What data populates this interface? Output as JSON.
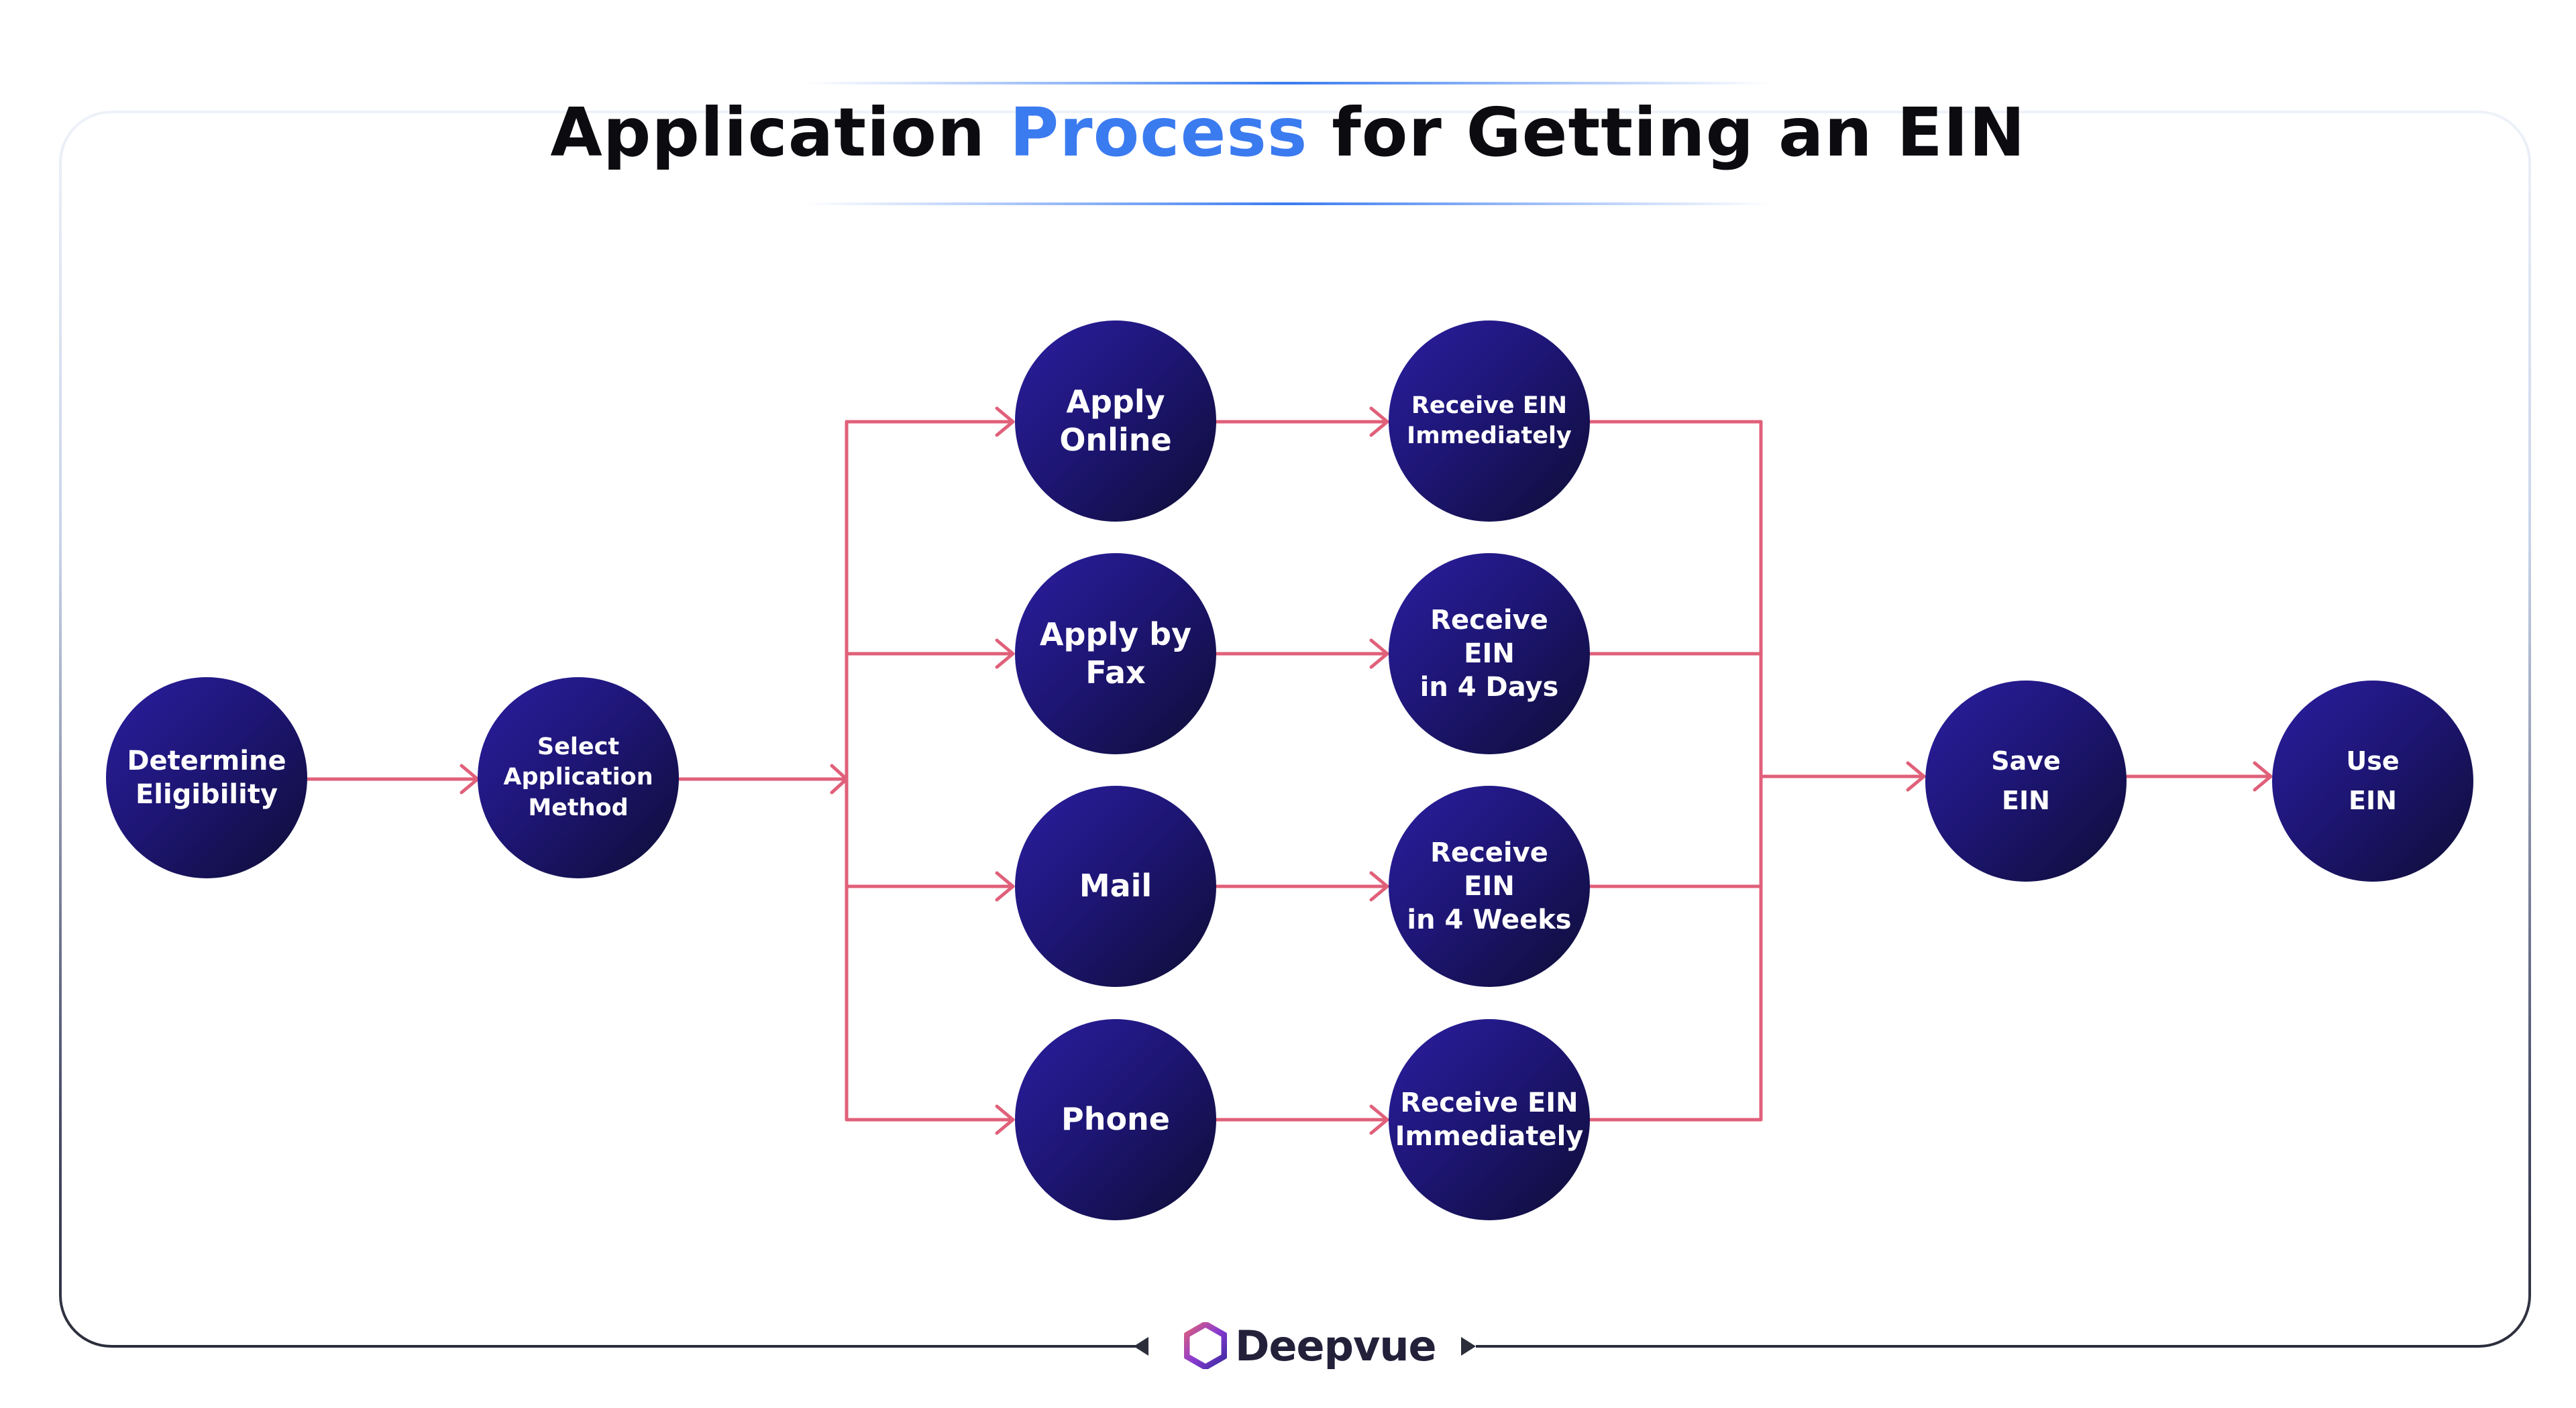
{
  "title": {
    "part1": "Application ",
    "accent": "Process",
    "part2": " for Getting an EIN"
  },
  "colors": {
    "accent": "#3b7bf0",
    "connector": "#e0607a",
    "node_dark": "#0e0d35",
    "node_light": "#2a1ea0"
  },
  "nodes": {
    "determine": "Determine\nEligibility",
    "select": "Select\nApplication\nMethod",
    "apply_online": "Apply\nOnline",
    "apply_fax": "Apply by\nFax",
    "mail": "Mail",
    "phone": "Phone",
    "receive_online": "Receive EIN\nImmediately",
    "receive_fax": "Receive EIN\nin 4 Days",
    "receive_mail": "Receive EIN\nin 4 Weeks",
    "receive_phone": "Receive EIN\nImmediately",
    "save": "Save\nEIN",
    "use": "Use\nEIN"
  },
  "logo": {
    "text": "Deepvue",
    "icon": "hexagon-logo-icon"
  }
}
